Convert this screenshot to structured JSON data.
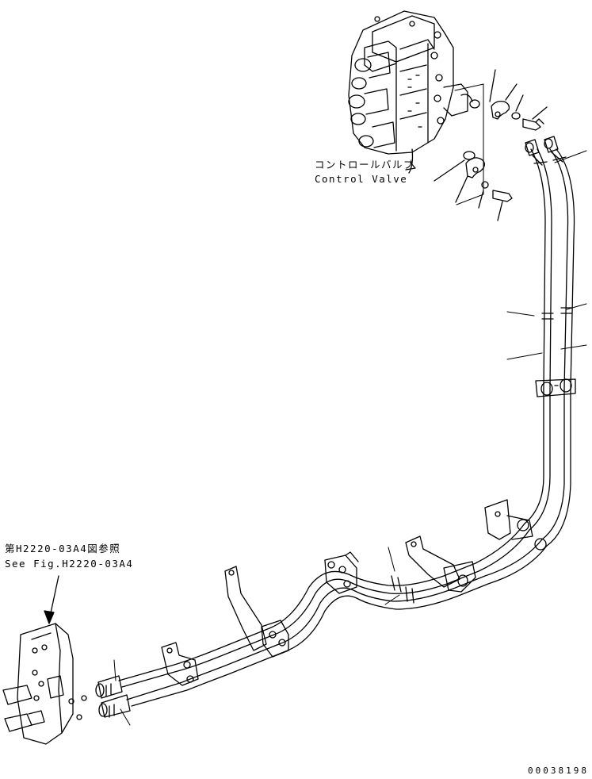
{
  "labels": {
    "control_valve_jp": "コントロールバルブ",
    "control_valve_en": "Control Valve",
    "see_fig_jp": "第H2220-03A4図参照",
    "see_fig_en": "See Fig.H2220-03A4"
  },
  "drawing_code": "00038198"
}
